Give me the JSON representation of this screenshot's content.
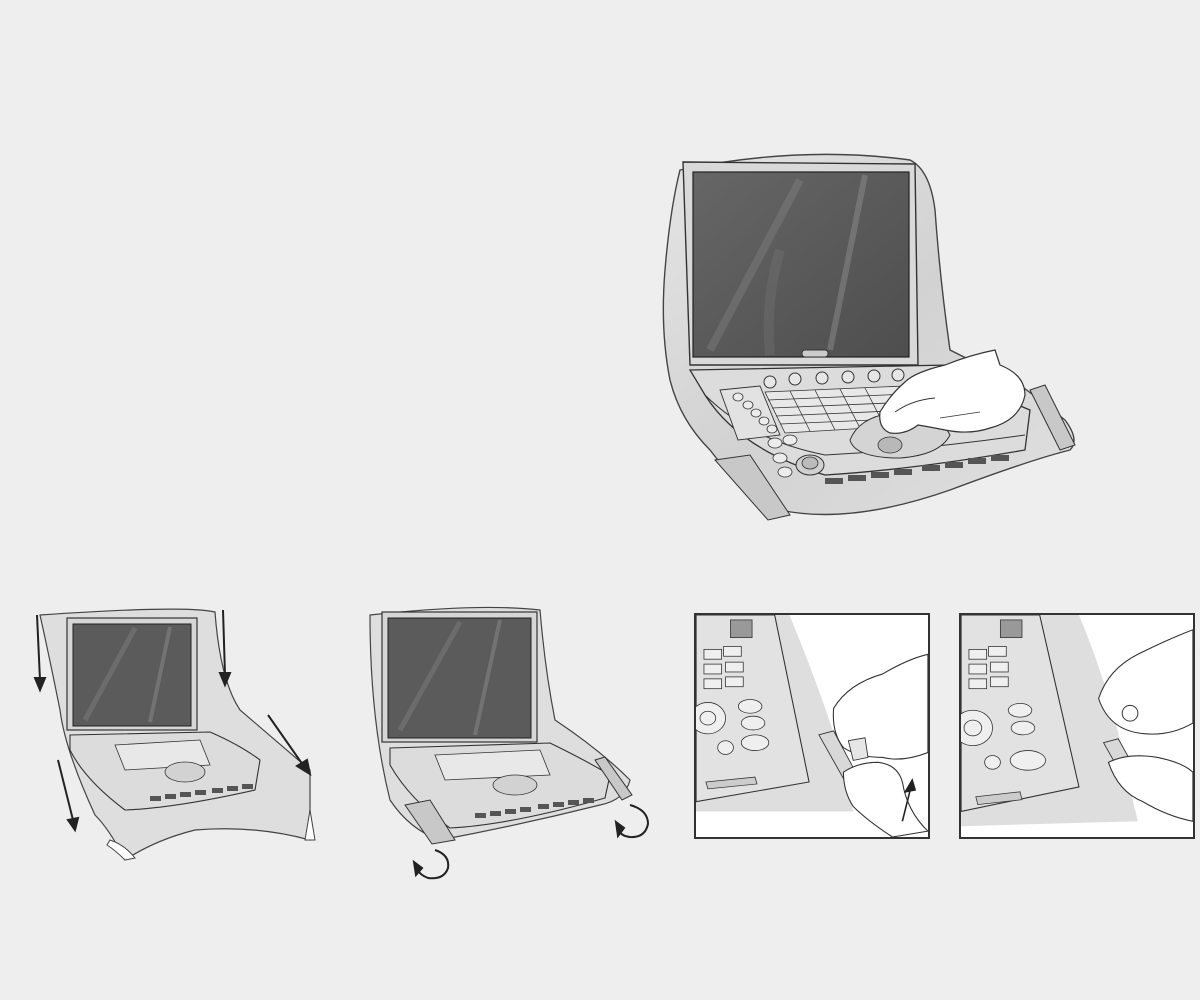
{
  "page": {
    "background": "#eeeeee",
    "line_color": "#333333",
    "screen_color": "#5a5a5a",
    "cover_color": "#d8d8d8",
    "hand_color": "#ffffff"
  },
  "panels": [
    {
      "id": "step-cover-in-use",
      "description": "Portable ultrasound system fully covered by protective drape; hand operating trackball through cover",
      "icons": [
        "ultrasound-system",
        "protective-cover",
        "hand"
      ]
    },
    {
      "id": "step-pull-cover-down",
      "description": "Cover being pulled down over the system",
      "icons": [
        "arrow-down",
        "arrow-down",
        "arrow-down-left",
        "arrow-down-right"
      ]
    },
    {
      "id": "step-tuck-corners",
      "description": "Cover corners rotated/tucked under the system",
      "icons": [
        "rotate-arrow",
        "rotate-arrow"
      ]
    },
    {
      "id": "step-peel-adhesive-tab",
      "description": "Close-up: peeling backing from adhesive tab on cover side",
      "icons": [
        "hand",
        "arrow-up"
      ]
    },
    {
      "id": "step-press-adhesive-tab",
      "description": "Close-up: pressing adhesive tab onto side of system",
      "icons": [
        "hand"
      ]
    }
  ]
}
